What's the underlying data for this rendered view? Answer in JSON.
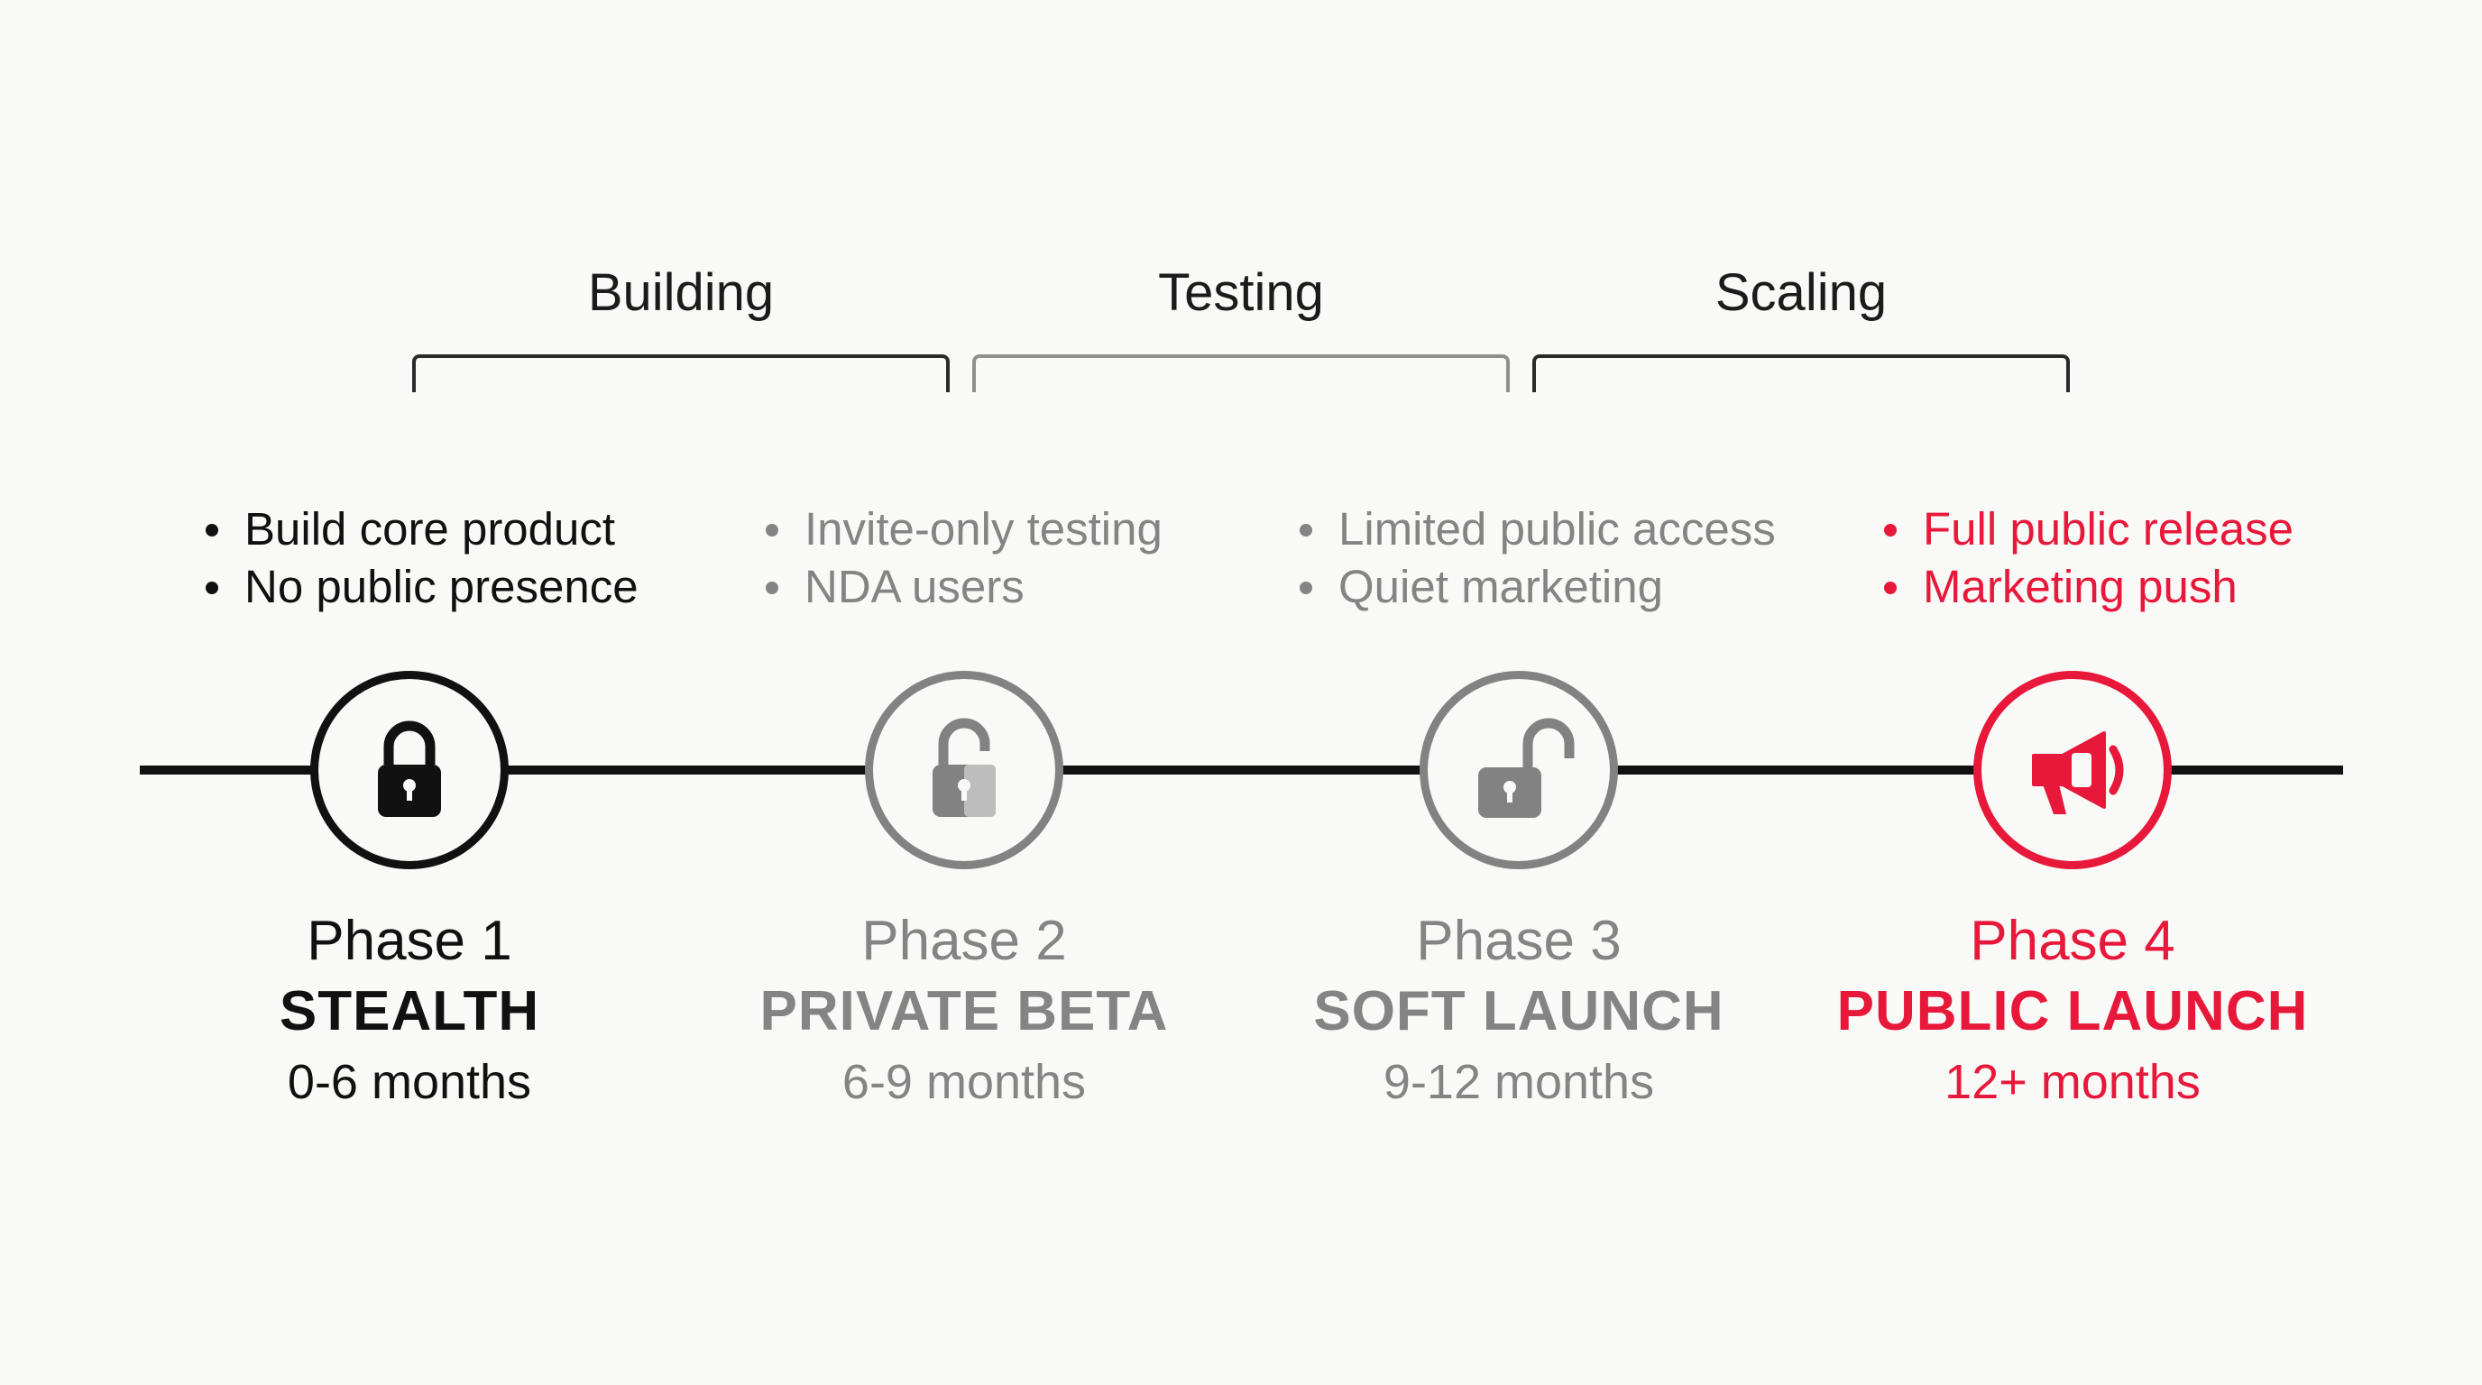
{
  "groups": [
    {
      "label": "Building"
    },
    {
      "label": "Testing"
    },
    {
      "label": "Scaling"
    }
  ],
  "phases": [
    {
      "number": "Phase 1",
      "name": "STEALTH",
      "duration": "0-6 months",
      "bullets": [
        "Build core product",
        "No public presence"
      ],
      "icon": "lock-closed-icon",
      "color": "#111111"
    },
    {
      "number": "Phase 2",
      "name": "PRIVATE BETA",
      "duration": "6-9 months",
      "bullets": [
        "Invite-only testing",
        "NDA users"
      ],
      "icon": "lock-partially-open-icon",
      "color": "#848484"
    },
    {
      "number": "Phase 3",
      "name": "SOFT LAUNCH",
      "duration": "9-12 months",
      "bullets": [
        "Limited public access",
        "Quiet marketing"
      ],
      "icon": "lock-open-icon",
      "color": "#848484"
    },
    {
      "number": "Phase 4",
      "name": "PUBLIC LAUNCH",
      "duration": "12+ months",
      "bullets": [
        "Full public release",
        "Marketing push"
      ],
      "icon": "megaphone-icon",
      "color": "#e8183a"
    }
  ]
}
